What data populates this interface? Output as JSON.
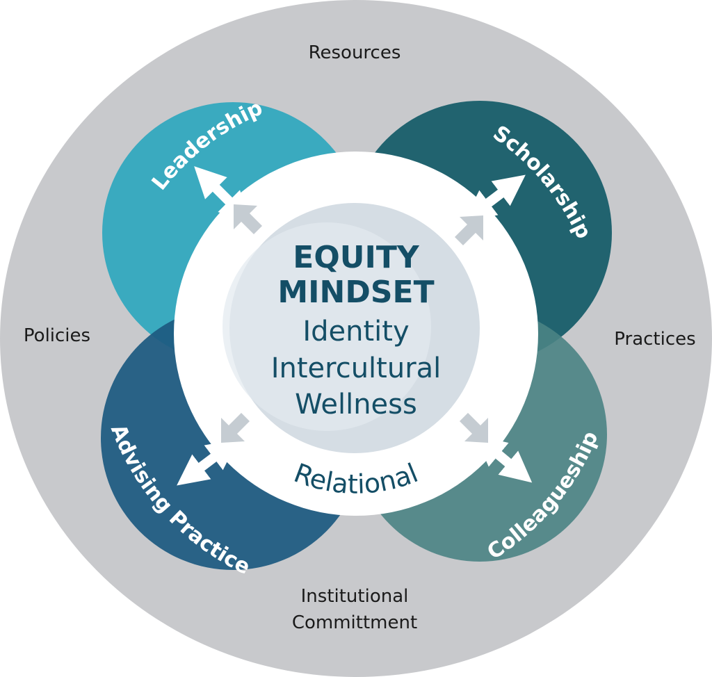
{
  "outer_labels": {
    "top": "Resources",
    "left": "Policies",
    "right": "Practices",
    "bottom_line1": "Institutional",
    "bottom_line2": "Committment"
  },
  "domains": {
    "leadership": "Leadership",
    "scholarship": "Scholarship",
    "advising": "Advising Practice",
    "colleagueship": "Colleagueship"
  },
  "center": {
    "title_line1": "EQUITY",
    "title_line2": "MINDSET",
    "items": [
      "Identity",
      "Intercultural",
      "Wellness"
    ],
    "ring_label": "Relational"
  },
  "colors": {
    "outer": "#c8c9cc",
    "leadership": "#3aaabf",
    "scholarship": "#1b5f6b",
    "advising": "#1d5a80",
    "colleagueship": "#4a8384",
    "center_text": "#144e66",
    "inner_disc": "#d5dde4",
    "inner_arrow": "#c5ccd2"
  }
}
